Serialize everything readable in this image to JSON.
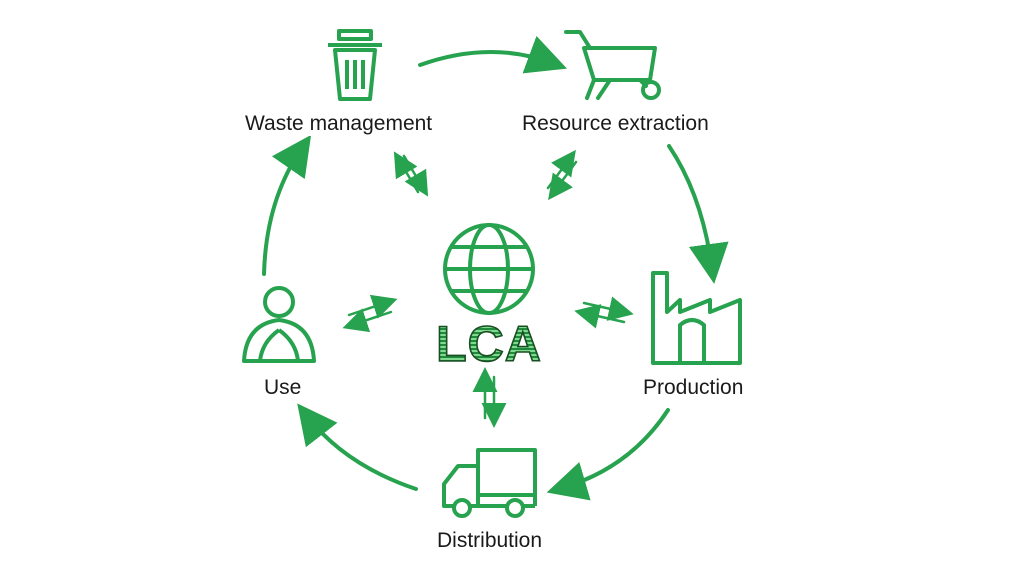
{
  "center": {
    "label": "LCA"
  },
  "stages": {
    "waste": "Waste management",
    "resource": "Resource extraction",
    "production": "Production",
    "distribution": "Distribution",
    "use": "Use"
  },
  "colors": {
    "accent": "#27a24f",
    "text": "#1a1a1a",
    "background": "#ffffff"
  },
  "icons": {
    "waste": "trash-bin-icon",
    "resource": "wheelbarrow-icon",
    "production": "factory-icon",
    "distribution": "truck-icon",
    "use": "person-icon",
    "center": "globe-icon"
  }
}
